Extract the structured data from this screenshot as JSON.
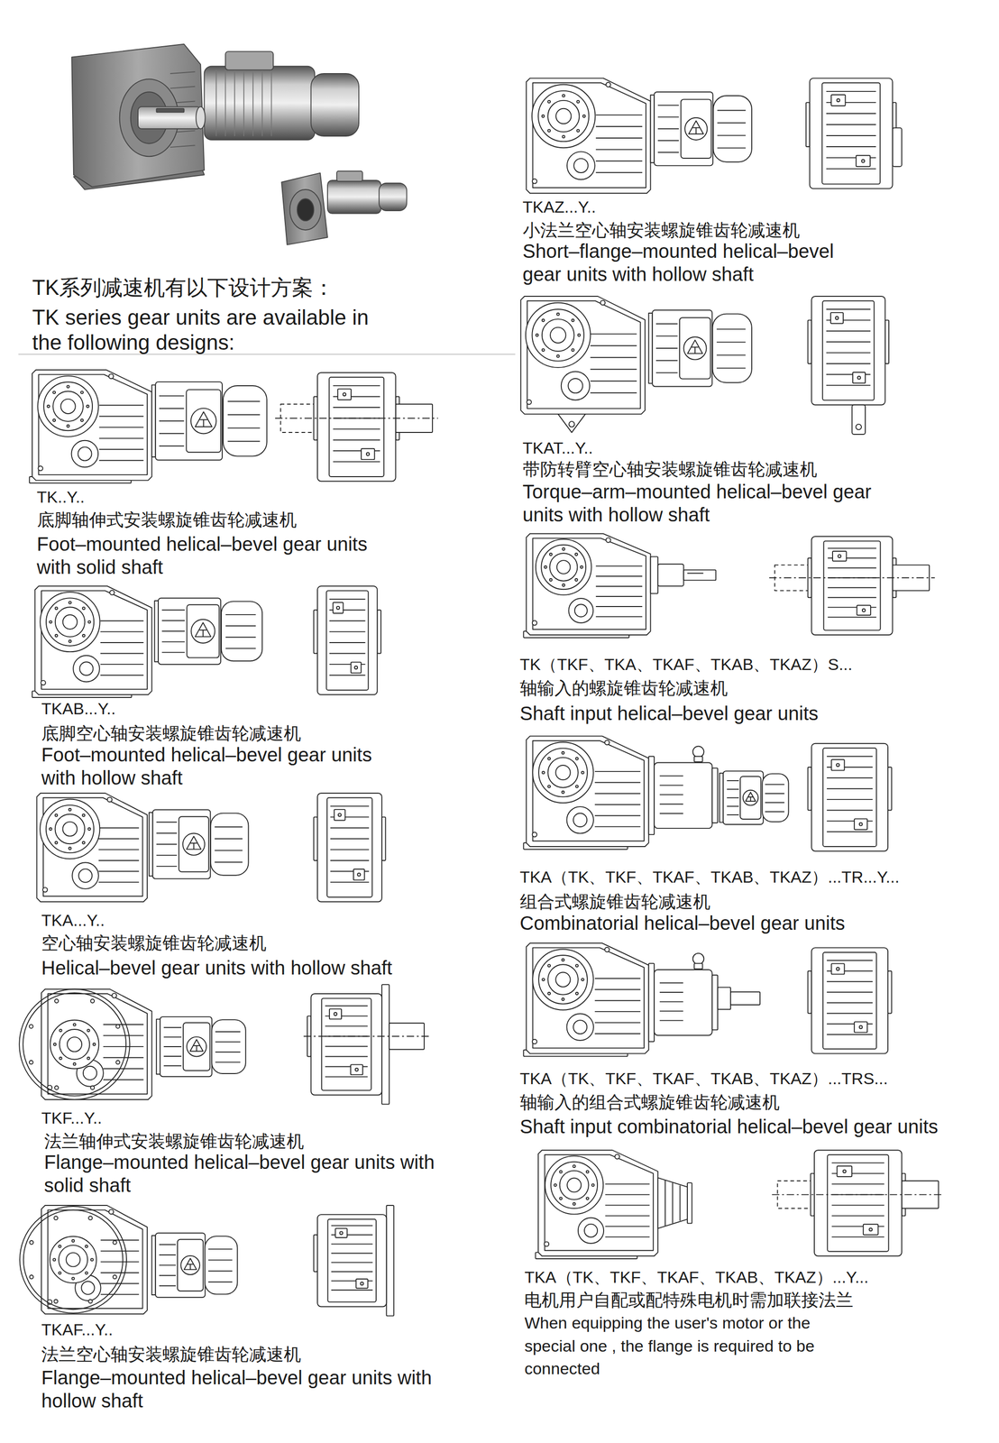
{
  "diagram": {
    "title": "TK系列减速机有以下设计方案：",
    "labels": [
      "TK series gear units are available in the following designs:",
      "TK..Y..",
      "底脚轴伸式安装螺旋锥齿轮减速机",
      "Foot–mounted helical–bevel gear units with solid shaft",
      "TKAB...Y..",
      "底脚空心轴安装螺旋锥齿轮减速机",
      "Foot–mounted helical–bevel gear units with hollow shaft",
      "TKA...Y..",
      "空心轴安装螺旋锥齿轮减速机",
      "Helical–bevel gear units with hollow shaft",
      "TKF...Y..",
      "法兰轴伸式安装螺旋锥齿轮减速机",
      "Flange–mounted helical–bevel gear units with solid shaft",
      "TKAF...Y..",
      "法兰空心轴安装螺旋锥齿轮减速机",
      "Flange–mounted helical–bevel gear units with hollow shaft",
      "TKAZ...Y..",
      "小法兰空心轴安装螺旋锥齿轮减速机",
      "Short–flange–mounted helical–bevel gear units with hollow shaft",
      "TKAT...Y..",
      "带防转臂空心轴安装螺旋锥齿轮减速机",
      "Torque–arm–mounted helical–bevel gear units with hollow shaft",
      "TK（TKF、TKA、TKAF、TKAB、TKAZ）S...",
      "轴输入的螺旋锥齿轮减速机",
      "Shaft input helical–bevel gear units",
      "TKA（TK、TKF、TKAF、TKAB、TKAZ）...TR...Y...",
      "组合式螺旋锥齿轮减速机",
      "Combinatorial helical–bevel gear units",
      "TKA（TK、TKF、TKAF、TKAB、TKAZ）...TRS...",
      "轴输入的组合式螺旋锥齿轮减速机",
      "Shaft input combinatorial helical–bevel gear units",
      "TKA（TK、TKF、TKAF、TKAB、TKAZ）...Y...",
      "电机用户自配或配特殊电机时需加联接法兰",
      "When equipping the user's motor or the special one , the flange is required to be connected"
    ]
  }
}
